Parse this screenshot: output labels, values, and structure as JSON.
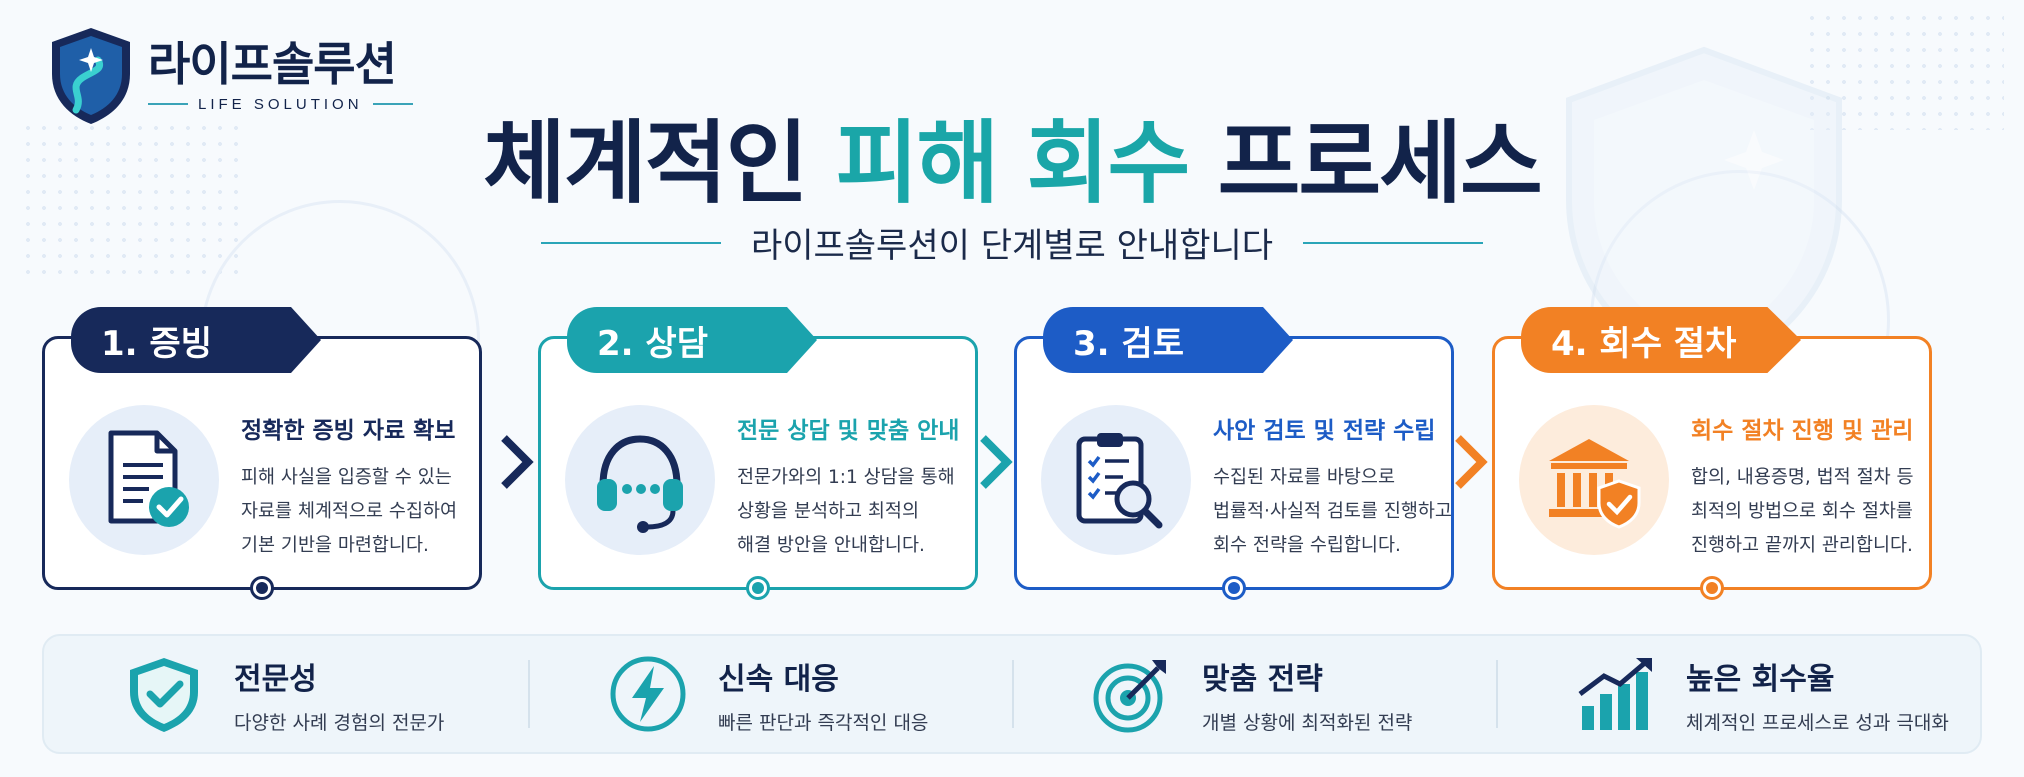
{
  "logo": {
    "name": "라이프솔루션",
    "sub": "LIFE SOLUTION"
  },
  "title": {
    "part1": "체계적인",
    "accent": "피해 회수",
    "part2": "프로세스"
  },
  "subtitle": "라이프솔루션이 단계별로 안내합니다",
  "steps": [
    {
      "tab": "1. 증빙",
      "heading": "정확한 증빙 자료 확보",
      "lines": [
        "피해 사실을 입증할 수 있는",
        "자료를 체계적으로 수집하여",
        "기본 기반을 마련합니다."
      ],
      "color": "#17295a",
      "icon": "document-check-icon"
    },
    {
      "tab": "2. 상담",
      "heading": "전문 상담 및 맞춤 안내",
      "lines": [
        "전문가와의 1:1 상담을 통해",
        "상황을 분석하고 최적의",
        "해결 방안을 안내합니다."
      ],
      "color": "#1ba3ad",
      "icon": "headset-icon"
    },
    {
      "tab": "3. 검토",
      "heading": "사안 검토 및 전략 수립",
      "lines": [
        "수집된 자료를 바탕으로",
        "법률적·사실적 검토를 진행하고",
        "회수 전략을 수립합니다."
      ],
      "color": "#1d5cc6",
      "icon": "clipboard-search-icon"
    },
    {
      "tab": "4. 회수 절차",
      "heading": "회수 절차 진행 및 관리",
      "lines": [
        "합의, 내용증명, 법적 절차 등",
        "최적의 방법으로 회수 절차를",
        "진행하고 끝까지 관리합니다."
      ],
      "color": "#f28124",
      "icon": "bank-shield-icon"
    }
  ],
  "features": [
    {
      "title": "전문성",
      "desc": "다양한 사례 경험의 전문가",
      "icon": "shield-check-icon"
    },
    {
      "title": "신속 대응",
      "desc": "빠른 판단과 즉각적인 대응",
      "icon": "lightning-icon"
    },
    {
      "title": "맞춤 전략",
      "desc": "개별 상황에 최적화된 전략",
      "icon": "target-icon"
    },
    {
      "title": "높은 회수율",
      "desc": "체계적인 프로세스로 성과 극대화",
      "icon": "growth-chart-icon"
    }
  ]
}
